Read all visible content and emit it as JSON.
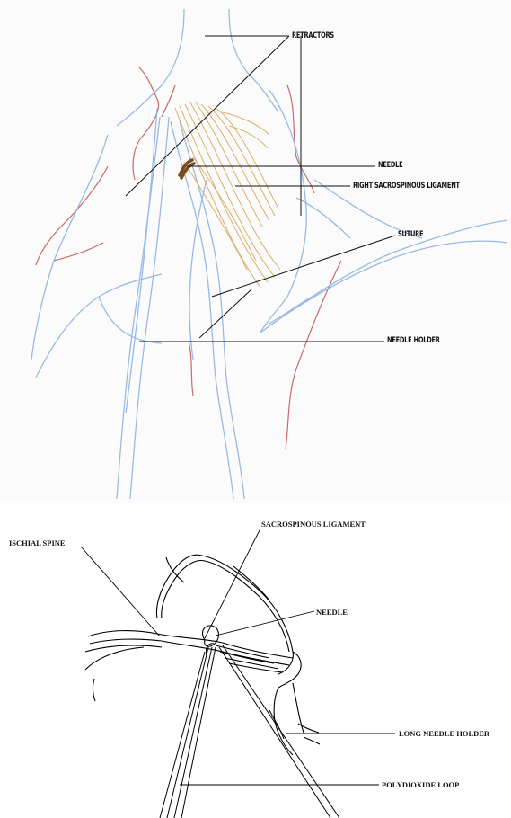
{
  "top_diagram": {
    "labels": {
      "retractors": "RETRACTORS",
      "needle": "NEEDLE",
      "right_sacrospinous_ligament": "RIGHT SACROSPINOUS LIGAMENT",
      "suture": "SUTURE",
      "needle_holder": "NEEDLE HOLDER"
    },
    "colors": {
      "tissue_outline": "#c0504d",
      "instruments": "#8db3e2",
      "ligament": "#d7a85a",
      "needle": "#7a4a1a",
      "leader_lines": "#111111"
    }
  },
  "bottom_diagram": {
    "labels": {
      "sacrospinous_ligament": "SACROSPINOUS LIGAMENT",
      "ischial_spine": "ISCHIAL SPINE",
      "needle": "NEEDLE",
      "long_needle_holder": "LONG NEEDLE HOLDER",
      "polydioxide_loop": "POLYDIOXIDE LOOP"
    },
    "colors": {
      "line_art": "#000000"
    }
  }
}
